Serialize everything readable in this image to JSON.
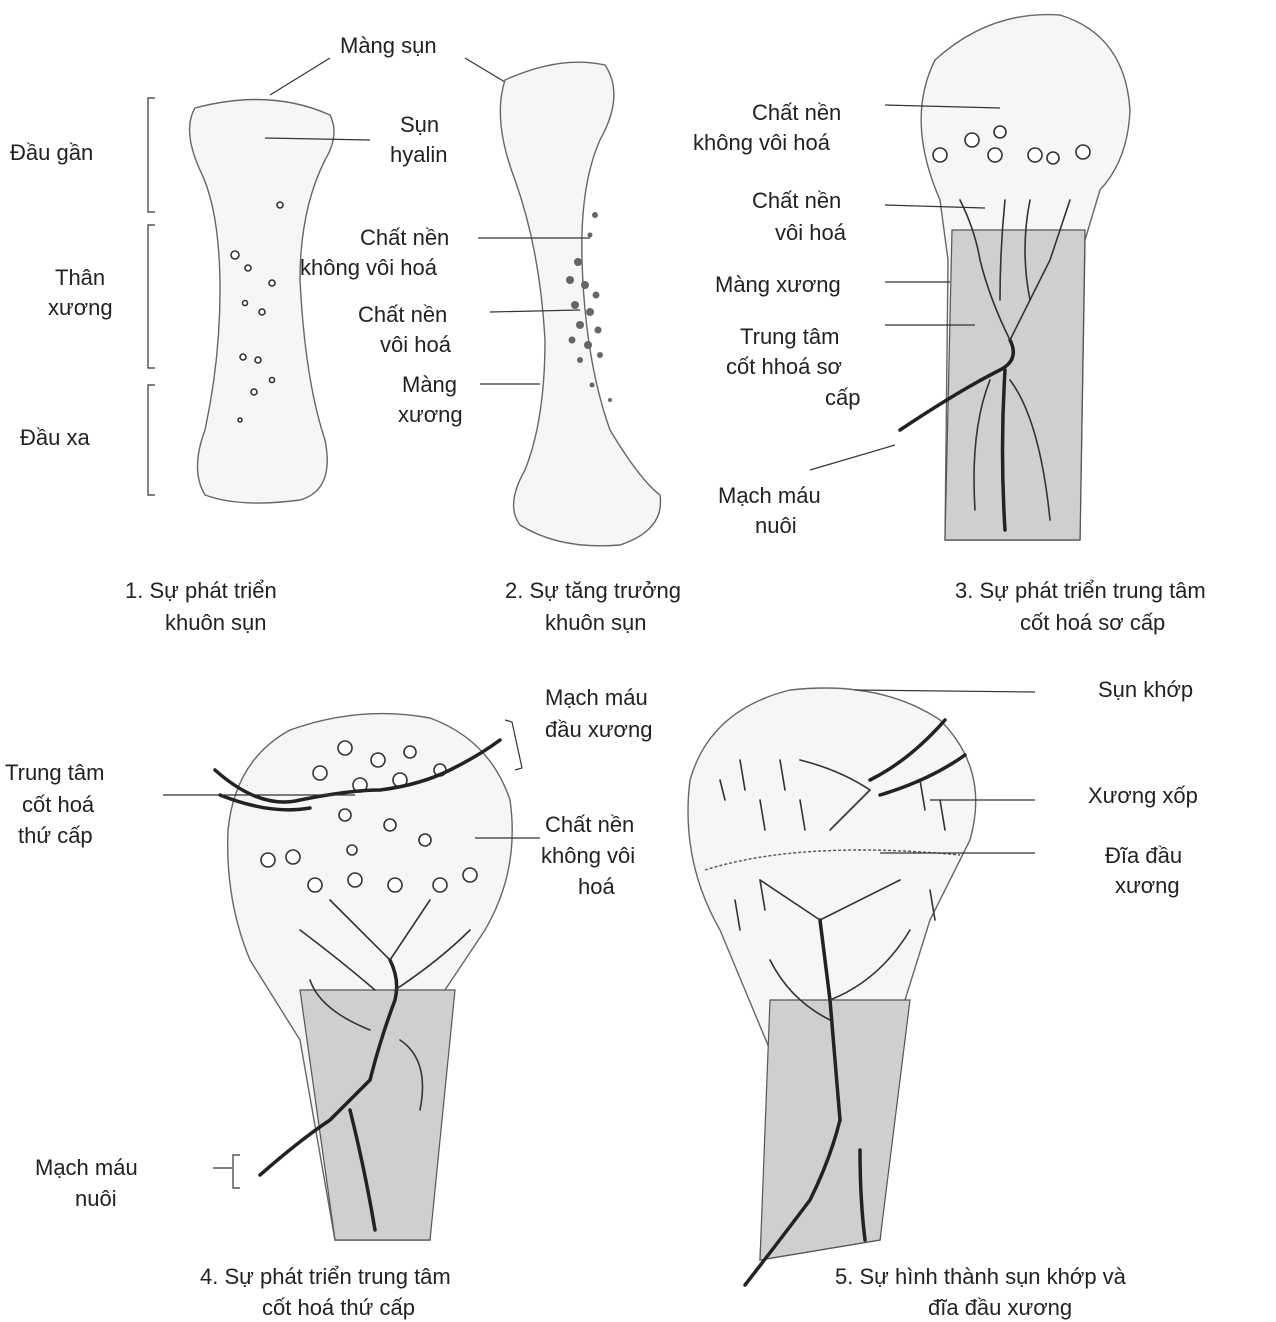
{
  "labels": {
    "mang_sun": "Màng sụn",
    "dau_gan": "Đầu gần",
    "than_xuong_1": "Thân",
    "than_xuong_2": "xương",
    "dau_xa": "Đầu xa",
    "sun_hyalin_1": "Sụn",
    "sun_hyalin_2": "hyalin",
    "p2_chat_nen_kvh_1": "Chất nền",
    "p2_chat_nen_kvh_2": "không vôi hoá",
    "p2_chat_nen_vh_1": "Chất nền",
    "p2_chat_nen_vh_2": "vôi hoá",
    "p2_mang_xuong_1": "Màng",
    "p2_mang_xuong_2": "xương",
    "p3_chat_nen_kvh_1": "Chất nền",
    "p3_chat_nen_kvh_2": "không vôi hoá",
    "p3_chat_nen_vh_1": "Chất nền",
    "p3_chat_nen_vh_2": "vôi hoá",
    "p3_mang_xuong": "Màng xương",
    "p3_trung_tam_1": "Trung tâm",
    "p3_trung_tam_2": "cốt hhoá sơ",
    "p3_trung_tam_3": "cấp",
    "p3_mach_mau_1": "Mạch máu",
    "p3_mach_mau_2": "nuôi",
    "p4_mach_mau_dau_1": "Mạch máu",
    "p4_mach_mau_dau_2": "đầu xương",
    "p4_trung_tam_1": "Trung tâm",
    "p4_trung_tam_2": "cốt hoá",
    "p4_trung_tam_3": "thứ cấp",
    "p4_chat_nen_1": "Chất nền",
    "p4_chat_nen_2": "không vôi",
    "p4_chat_nen_3": "hoá",
    "p4_mach_mau_nuoi_1": "Mạch máu",
    "p4_mach_mau_nuoi_2": "nuôi",
    "p5_sun_khop": "Sụn khớp",
    "p5_xuong_xop": "Xương xốp",
    "p5_dia_dau_1": "Đĩa đầu",
    "p5_dia_dau_2": "xương"
  },
  "captions": {
    "c1_1": "1. Sự phát triển",
    "c1_2": "khuôn sụn",
    "c2_1": "2. Sự tăng trưởng",
    "c2_2": "khuôn sụn",
    "c3_1": "3. Sự phát triển trung tâm",
    "c3_2": "cốt hoá sơ cấp",
    "c4_1": "4. Sự phát triển trung tâm",
    "c4_2": "cốt hoá thứ cấp",
    "c5_1": "5. Sự hình thành sụn khớp và",
    "c5_2": "đĩa đầu xương"
  }
}
